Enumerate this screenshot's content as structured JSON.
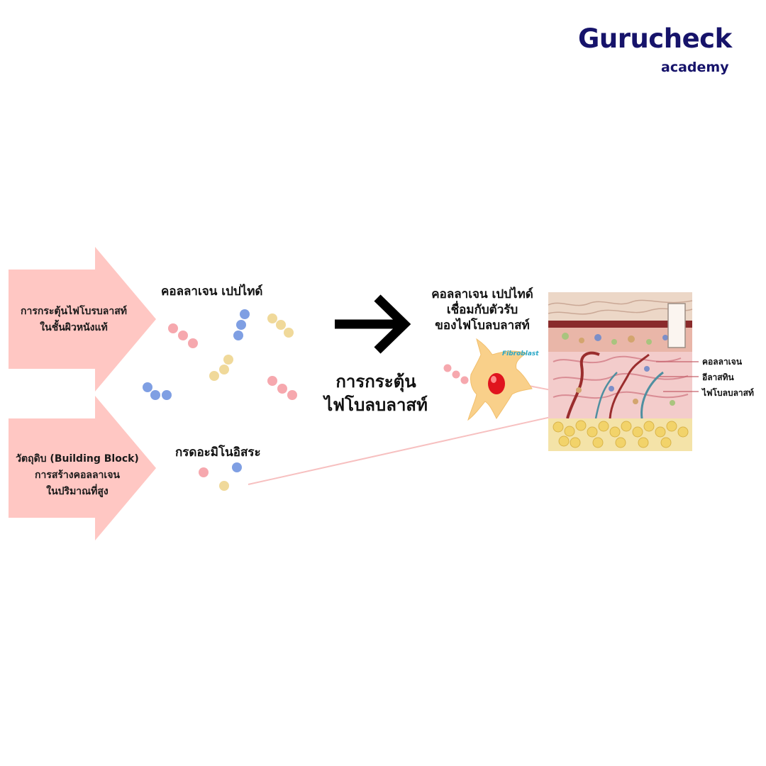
{
  "logo": {
    "main": "Gurucheck",
    "sub": "academy"
  },
  "arrows": {
    "top": {
      "line1": "การกระตุ้นไฟโบรบลาสท์",
      "line2": "ในชั้นผิวหนังแท้"
    },
    "bottom": {
      "line1": "วัตถุดิบ (Building Block)",
      "line2": "การสร้างคอลลาเจน",
      "line3": "ในปริมาณที่สูง"
    }
  },
  "labels": {
    "collagen_peptide": "คอลลาเจน เปปไทด์",
    "amino_acid": "กรดอะมิโนอิสระ",
    "stimulate_line1": "การกระตุ้น",
    "stimulate_line2": "ไฟโบลบลาสท์",
    "bind_line1": "คอลลาเจน เปปไทด์",
    "bind_line2": "เชื่อมกับตัวรับ",
    "bind_line3": "ของไฟโบลบลาสท์",
    "fibroblast": "Fibroblast"
  },
  "skin_labels": [
    "คอลลาเจน",
    "อีลาสทิน",
    "ไฟโบลบลาสท์"
  ],
  "colors": {
    "arrow_fill": "#ffc7c3",
    "pink_bead": "#f6a8ae",
    "blue_bead": "#7f9fe3",
    "yellow_bead": "#f0d99a",
    "logo": "#16136a",
    "fibroblast_label": "#2aa7c7",
    "nucleus": "#e0141e"
  }
}
